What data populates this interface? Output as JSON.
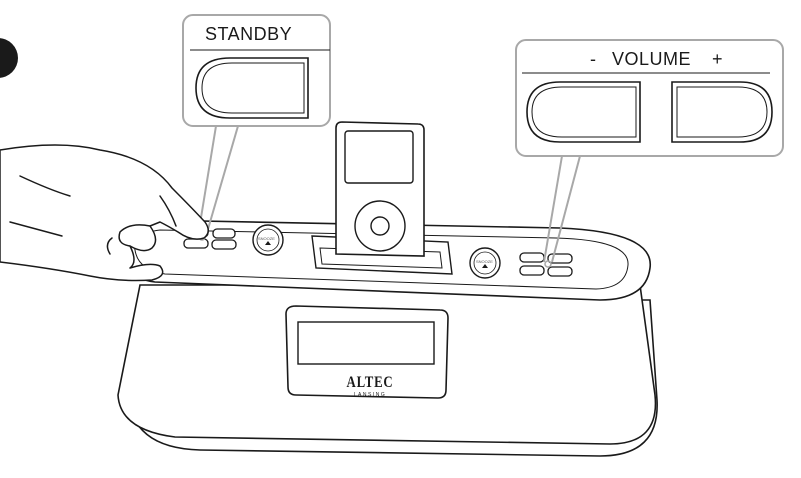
{
  "labels": {
    "standby": "STANDBY",
    "volume_minus": "-",
    "volume_word": "VOLUME",
    "volume_plus": "+"
  },
  "device": {
    "brand": "ALTEC",
    "brand_sub": "LANSING",
    "snooze_label": "SNOOZE"
  },
  "colors": {
    "line": "#1a1a1a",
    "callout_outline": "#a8a8a8",
    "background": "#ffffff"
  }
}
